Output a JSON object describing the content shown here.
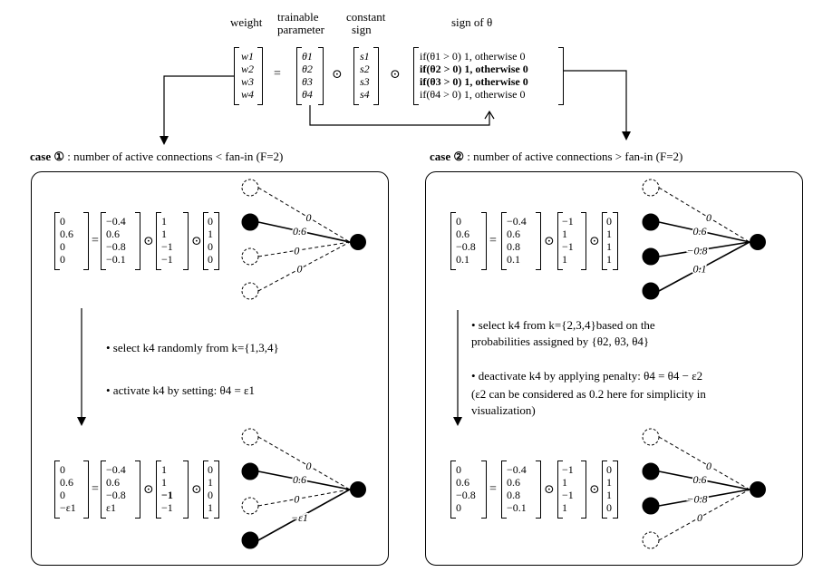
{
  "header": {
    "weight_label": "weight",
    "trainable_label_1": "trainable",
    "trainable_label_2": "parameter",
    "constant_label_1": "constant",
    "constant_label_2": "sign",
    "sign_theta_label": "sign of θ",
    "equals": "=",
    "odot": "⊙",
    "weights": [
      "w1",
      "w2",
      "w3",
      "w4"
    ],
    "thetas": [
      "θ1",
      "θ2",
      "θ3",
      "θ4"
    ],
    "signs": [
      "s1",
      "s2",
      "s3",
      "s4"
    ],
    "indicator_rows": [
      "if(θ1 > 0) 1, otherwise 0",
      "if(θ2 > 0) 1, otherwise 0",
      "if(θ3 > 0) 1, otherwise 0",
      "if(θ4 > 0) 1, otherwise 0"
    ]
  },
  "case1": {
    "title_bold": "case ①",
    "title_rest": " : number of active connections < fan-in (F=2)",
    "top_eq": {
      "lhs": [
        "0",
        "0.6",
        "0",
        "0"
      ],
      "theta": [
        "−0.4",
        "0.6",
        "−0.8",
        "−0.1"
      ],
      "sign": [
        "1",
        "1",
        "−1",
        "−1"
      ],
      "mask": [
        "0",
        "1",
        "0",
        "0"
      ]
    },
    "top_edges": [
      "0",
      "0.6",
      "0",
      "0"
    ],
    "step1": "• select k4 randomly from k={1,3,4}",
    "step2": "• activate k4 by setting: θ4 = ε1",
    "bottom_eq": {
      "lhs": [
        "0",
        "0.6",
        "0",
        "−ε1"
      ],
      "theta": [
        "−0.4",
        "0.6",
        "−0.8",
        "ε1"
      ],
      "sign": [
        "1",
        "1",
        "−1",
        "−1"
      ],
      "mask": [
        "0",
        "1",
        "0",
        "1"
      ]
    },
    "bottom_edges": [
      "0",
      "0.6",
      "0",
      "−ε1"
    ]
  },
  "case2": {
    "title_bold": "case ②",
    "title_rest": " : number of active connections > fan-in (F=2)",
    "top_eq": {
      "lhs": [
        "0",
        "0.6",
        "−0.8",
        "0.1"
      ],
      "theta": [
        "−0.4",
        "0.6",
        "0.8",
        "0.1"
      ],
      "sign": [
        "−1",
        "1",
        "−1",
        "1"
      ],
      "mask": [
        "0",
        "1",
        "1",
        "1"
      ]
    },
    "top_edges": [
      "0",
      "0.6",
      "−0.8",
      "0.1"
    ],
    "step1_line1": "• select k4 from k={2,3,4}based on the",
    "step1_line2": "probabilities assigned by {θ2, θ3, θ4}",
    "step2_line1": "• deactivate k4 by applying  penalty: θ4 = θ4 − ε2",
    "step2_line2": "(ε2 can be considered as 0.2 here for simplicity in",
    "step2_line3": "visualization)",
    "bottom_eq": {
      "lhs": [
        "0",
        "0.6",
        "−0.8",
        "0"
      ],
      "theta": [
        "−0.4",
        "0.6",
        "0.8",
        "−0.1"
      ],
      "sign": [
        "−1",
        "1",
        "−1",
        "1"
      ],
      "mask": [
        "0",
        "1",
        "1",
        "0"
      ]
    },
    "bottom_edges": [
      "0",
      "0.6",
      "−0.8",
      "0"
    ]
  }
}
